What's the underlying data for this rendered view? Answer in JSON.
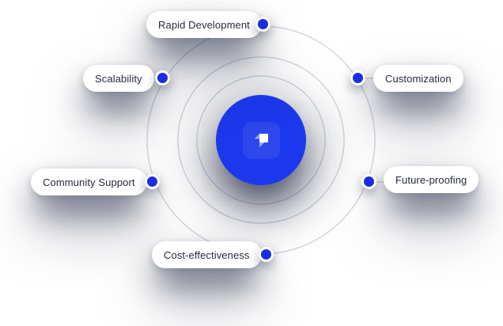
{
  "diagram": {
    "type": "orbit-feature-diagram",
    "center": {
      "logo": "strapi-logo-icon"
    },
    "features": [
      {
        "id": "rapid-development",
        "label": "Rapid Development"
      },
      {
        "id": "scalability",
        "label": "Scalability"
      },
      {
        "id": "customization",
        "label": "Customization"
      },
      {
        "id": "community-support",
        "label": "Community Support"
      },
      {
        "id": "future-proofing",
        "label": "Future-proofing"
      },
      {
        "id": "cost-effectiveness",
        "label": "Cost-effectiveness"
      }
    ],
    "colors": {
      "background": "#FFFFFF",
      "center_circle": "#1C38EC",
      "logo_tile": "#2F49EF",
      "dot_fill": "#1B2DE3",
      "dot_ring": "#FFFFFF",
      "orbit_line": "#D3D8E2",
      "pill_background": "#FFFFFF",
      "pill_text": "#262A3A",
      "shadow": "#101A34"
    }
  }
}
